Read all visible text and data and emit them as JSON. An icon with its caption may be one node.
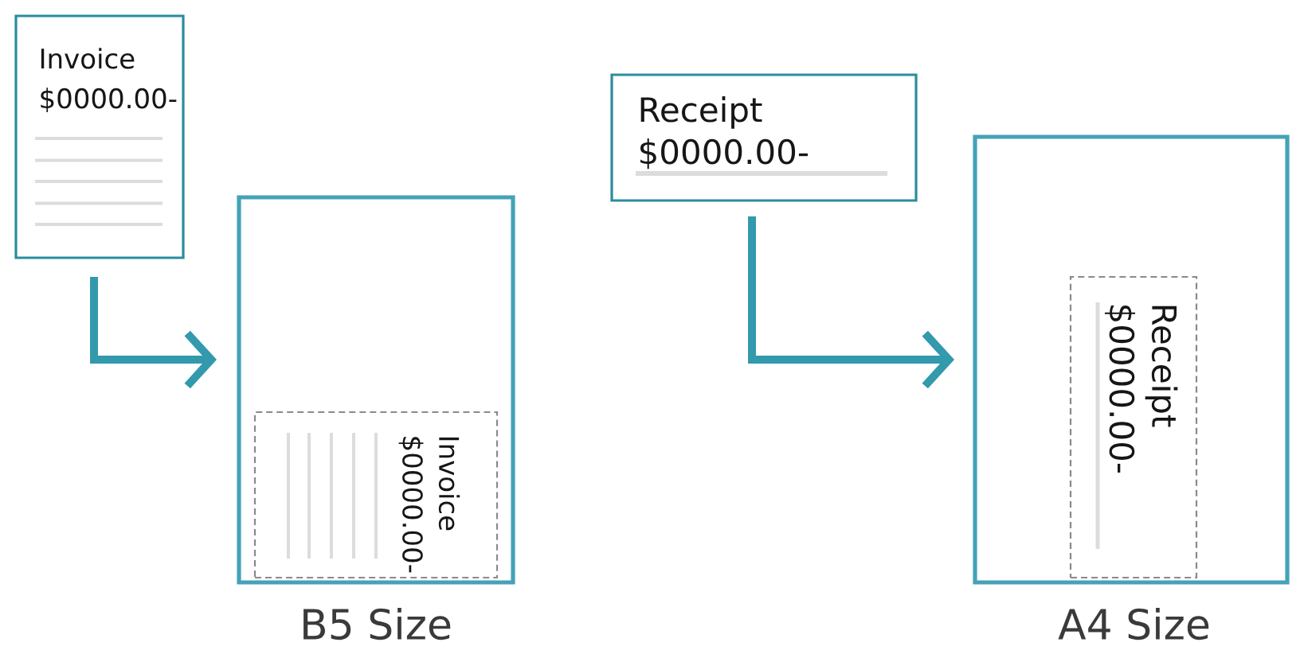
{
  "diagram": {
    "nodes": [
      {
        "text": [
          "Invoice",
          "$0000.00-"
        ]
      },
      {
        "text": [],
        "shape": "box",
        "beside": [
          "B5 Size"
        ]
      },
      {
        "text": [
          "Invoice",
          "$0000.00-"
        ],
        "in": 1
      },
      {
        "text": [
          "Receipt",
          "$0000.00-"
        ]
      },
      {
        "text": [],
        "shape": "box",
        "beside": [
          "A4 Size"
        ]
      },
      {
        "text": [
          "Receipt",
          "$0000.00-"
        ],
        "in": 4
      }
    ],
    "edges": [
      {
        "from": 0,
        "to": 1,
        "arrow": "to"
      },
      {
        "from": 3,
        "to": 4,
        "arrow": "to"
      }
    ]
  }
}
